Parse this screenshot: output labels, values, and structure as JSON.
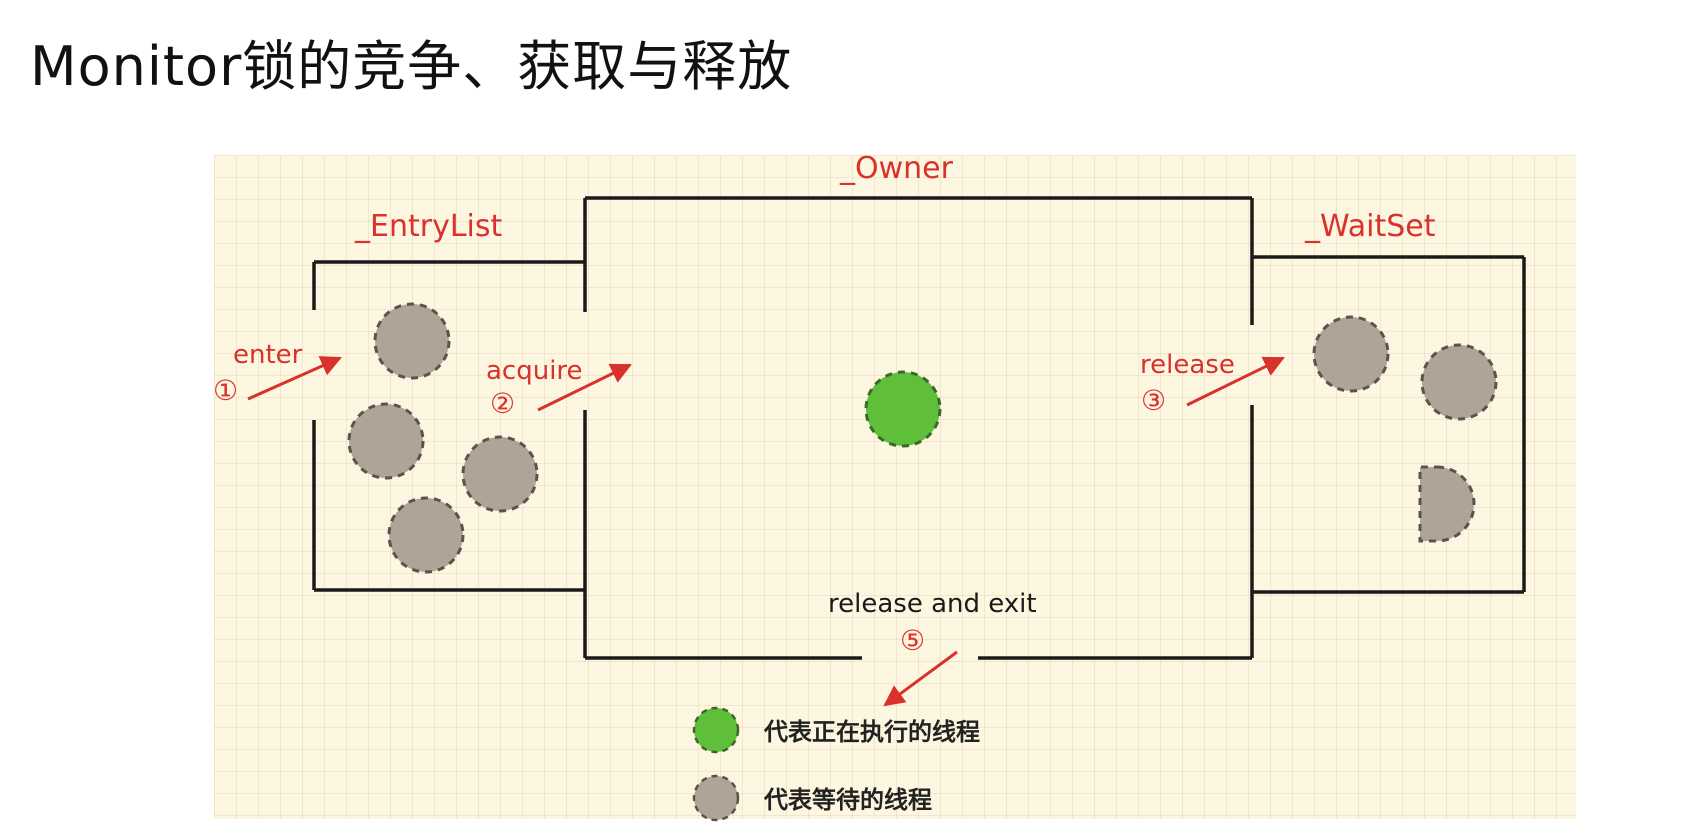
{
  "title": "Monitor锁的竞争、获取与释放",
  "regions": {
    "owner": "_Owner",
    "entry_list": "_EntryList",
    "wait_set": "_WaitSet"
  },
  "steps": {
    "enter": {
      "number": "①",
      "label": "enter"
    },
    "acquire": {
      "number": "②",
      "label": "acquire"
    },
    "release": {
      "number": "③",
      "label": "release"
    },
    "release_exit": {
      "number": "⑤",
      "label": "release and exit"
    }
  },
  "legend": {
    "running": "代表正在执行的线程",
    "waiting": "代表等待的线程"
  },
  "colors": {
    "running_thread": "#5fbf3a",
    "waiting_thread": "#b0a496",
    "label_red": "#d9312b",
    "box_line": "#1a1a1a"
  }
}
